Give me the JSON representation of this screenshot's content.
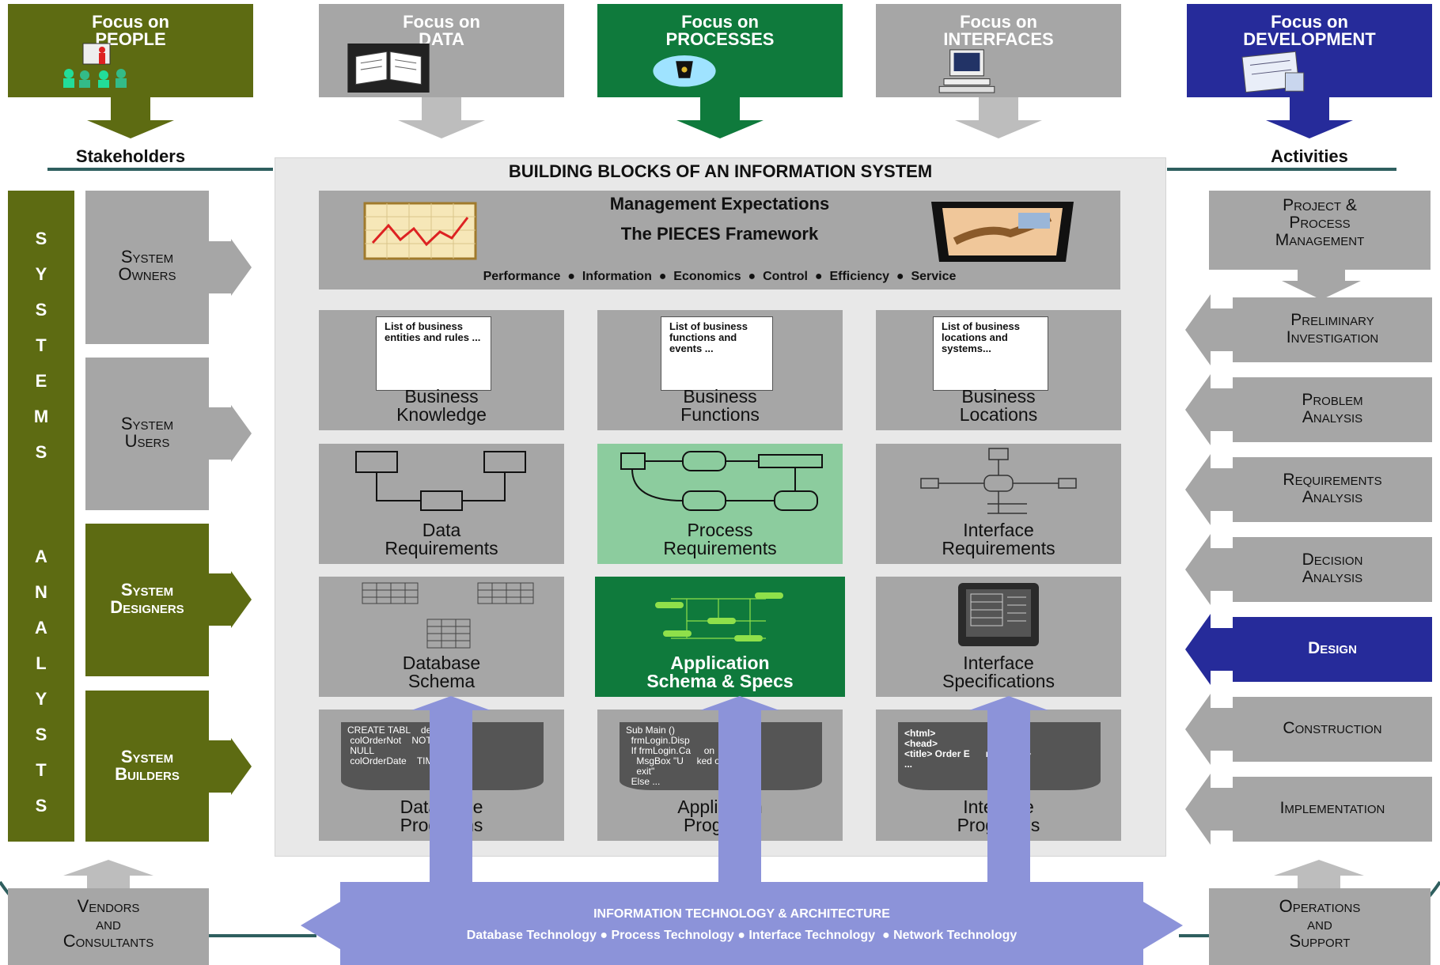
{
  "focus": {
    "people": {
      "line1": "Focus on",
      "line2": "PEOPLE",
      "color": "#5d6b12"
    },
    "data": {
      "line1": "Focus on",
      "line2": "DATA",
      "color": "#a6a6a6"
    },
    "processes": {
      "line1": "Focus on",
      "line2": "PROCESSES",
      "color": "#0f7a3c"
    },
    "interfaces": {
      "line1": "Focus on",
      "line2": "INTERFACES",
      "color": "#a6a6a6"
    },
    "development": {
      "line1": "Focus on",
      "line2": "DEVELOPMENT",
      "color": "#262b9a"
    }
  },
  "labels": {
    "stakeholders": "Stakeholders",
    "activities": "Activities"
  },
  "center": {
    "title": "BUILDING BLOCKS OF AN INFORMATION SYSTEM",
    "mgmt_title": "Management Expectations",
    "pieces_title": "The PIECES Framework",
    "pieces_items": [
      "Performance",
      "Information",
      "Economics",
      "Control",
      "Efficiency",
      "Service"
    ]
  },
  "blocks": {
    "business_knowledge": {
      "doc": "List of business entities and rules ...",
      "line1": "Business",
      "line2": "Knowledge"
    },
    "business_functions": {
      "doc": "List of business functions and events ...",
      "line1": "Business",
      "line2": "Functions"
    },
    "business_locations": {
      "doc": "List of business locations and systems...",
      "line1": "Business",
      "line2": "Locations"
    },
    "data_requirements": {
      "line1": "Data",
      "line2": "Requirements"
    },
    "process_requirements": {
      "line1": "Process",
      "line2": "Requirements"
    },
    "interface_requirements": {
      "line1": "Interface",
      "line2": "Requirements"
    },
    "database_schema": {
      "line1": "Database",
      "line2": "Schema"
    },
    "application_schema": {
      "line1": "Application",
      "line2": "Schema & Specs"
    },
    "interface_specifications": {
      "line1": "Interface",
      "line2": "Specifications"
    },
    "database_programs": {
      "code": "CREATE TABL    ders\n colOrderNot    NOT\n NULL\n colOrderDate    TIME NOT",
      "line1": "Data     se",
      "line2": "Prog     ns"
    },
    "application_programs": {
      "code": "Sub Main ()\n  frmLogin.Disp\n  If frmLogin.Ca     on\n    MsgBox \"U     ked on\n    exit\"\n  Else ...",
      "line1": "Applic     n",
      "line2": "Prog     s"
    },
    "interface_programs": {
      "code": "<html>\n<head>\n<title> Order E      rm </title>\n...",
      "line1": "Inte      e",
      "line2": "Prog     ns"
    }
  },
  "vertical_label": {
    "top": "SYSTEMS",
    "bottom": "ANALYSTS"
  },
  "stakeholders": [
    {
      "line1": "System",
      "line2": "Owners"
    },
    {
      "line1": "System",
      "line2": "Users"
    },
    {
      "line1": "System",
      "line2": "Designers"
    },
    {
      "line1": "System",
      "line2": "Builders"
    }
  ],
  "activities": [
    {
      "line1": "Project &",
      "line2": "Process",
      "line3": "Management"
    },
    {
      "line1": "Preliminary",
      "line2": "Investigation"
    },
    {
      "line1": "Problem",
      "line2": "Analysis"
    },
    {
      "line1": "Requirements",
      "line2": "Analysis"
    },
    {
      "line1": "Decision",
      "line2": "Analysis"
    },
    {
      "line1": "Design"
    },
    {
      "line1": "Construction"
    },
    {
      "line1": "Implementation"
    }
  ],
  "bottom": {
    "vendors": {
      "line1": "Vendors",
      "line2": "and",
      "line3": "Consultants"
    },
    "operations": {
      "line1": "Operations",
      "line2": "and",
      "line3": "Support"
    },
    "it_title": "INFORMATION TECHNOLOGY & ARCHITECTURE",
    "it_items": [
      "Database Technology",
      "Process Technology",
      "Interface Technology",
      "Network Technology"
    ]
  },
  "colors": {
    "olive": "#5d6b12",
    "green": "#0f7a3c",
    "light_green": "#8ccc9e",
    "blue": "#262b9a",
    "lavender": "#8c93d9",
    "grey": "#a6a6a6"
  }
}
